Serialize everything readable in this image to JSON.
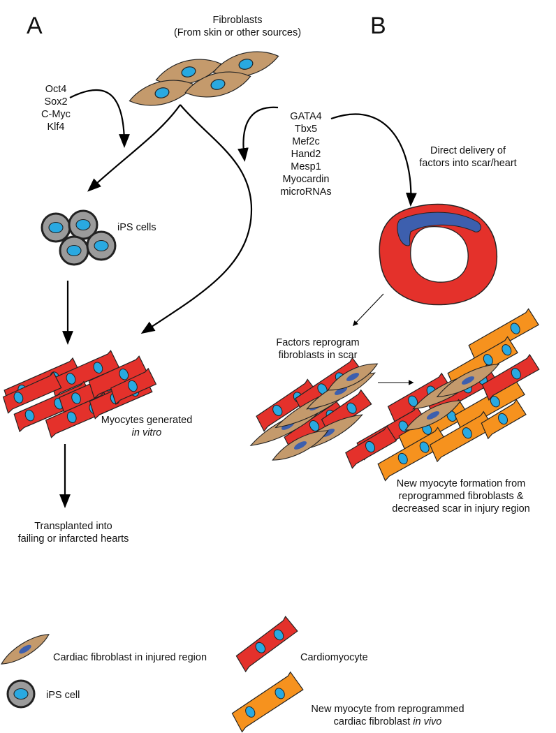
{
  "panels": {
    "a": "A",
    "b": "B"
  },
  "fibroblasts": {
    "line1": "Fibroblasts",
    "line2": "(From skin or other sources)"
  },
  "ips_factors": [
    "Oct4",
    "Sox2",
    "C-Myc",
    "Klf4"
  ],
  "cardiac_factors": [
    "GATA4",
    "Tbx5",
    "Mef2c",
    "Hand2",
    "Mesp1",
    "Myocardin",
    "microRNAs"
  ],
  "ips_cells_label": "iPS cells",
  "direct_delivery": {
    "line1": "Direct delivery of",
    "line2": "factors into scar/heart"
  },
  "myocytes_generated": {
    "line1": "Myocytes generated",
    "line2": "in vitro"
  },
  "transplanted": {
    "line1": "Transplanted into",
    "line2": "failing or infarcted hearts"
  },
  "factors_reprogram": {
    "line1": "Factors reprogram",
    "line2": "fibroblasts in scar"
  },
  "new_myocyte_formation": {
    "line1": "New myocyte formation from",
    "line2": "reprogrammed fibroblasts &",
    "line3": "decreased scar in injury region"
  },
  "legend": {
    "cardiac_fibroblast": "Cardiac fibroblast in injured region",
    "ips_cell": "iPS cell",
    "cardiomyocyte": "Cardiomyocyte",
    "new_myocyte_line1": "New myocyte from reprogrammed",
    "new_myocyte_line2_prefix": "cardiac fibroblast ",
    "new_myocyte_line2_italic": "in vivo"
  },
  "colors": {
    "fibroblast_tan": "#c49a6c",
    "nucleus_cyan": "#29a9e1",
    "nucleus_blue": "#3d5fae",
    "cardiomyocyte_red": "#e4312b",
    "new_myocyte_orange": "#f6921e",
    "ips_gray": "#9b9b9b",
    "heart_red": "#e4312b"
  }
}
